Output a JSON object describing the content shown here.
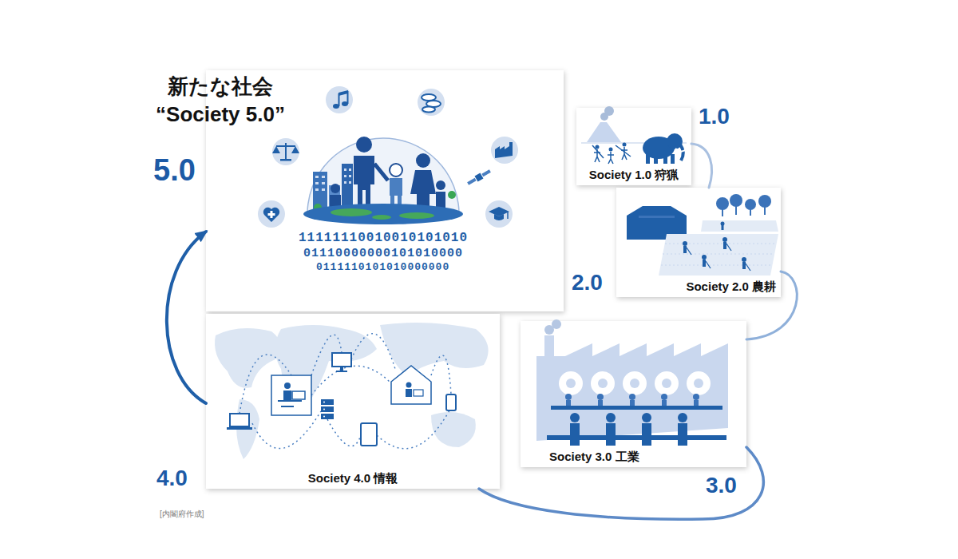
{
  "diagram": {
    "caption": "[内閣府作成]",
    "nodes": [
      {
        "text": [
          "新たな社会 “Society 5.0”"
        ]
      },
      {
        "text": [
          "Society 1.0 狩猟"
        ]
      },
      {
        "text": [
          "Society 2.0 農耕"
        ]
      },
      {
        "text": [
          "Society 3.0 工業"
        ]
      },
      {
        "text": [
          "Society 4.0 情報"
        ]
      }
    ],
    "edges": [
      {
        "from": 1,
        "to": 2,
        "arrow": "none"
      },
      {
        "from": 2,
        "to": 3,
        "arrow": "none"
      },
      {
        "from": 3,
        "to": 4,
        "arrow": "none"
      },
      {
        "from": 4,
        "to": 0,
        "arrow": "to"
      }
    ],
    "labels": [
      "5.0",
      "1.0",
      "2.0",
      "3.0",
      "4.0",
      "11111110010010101010",
      "01110000000101010000",
      "0111110101010000000"
    ]
  }
}
